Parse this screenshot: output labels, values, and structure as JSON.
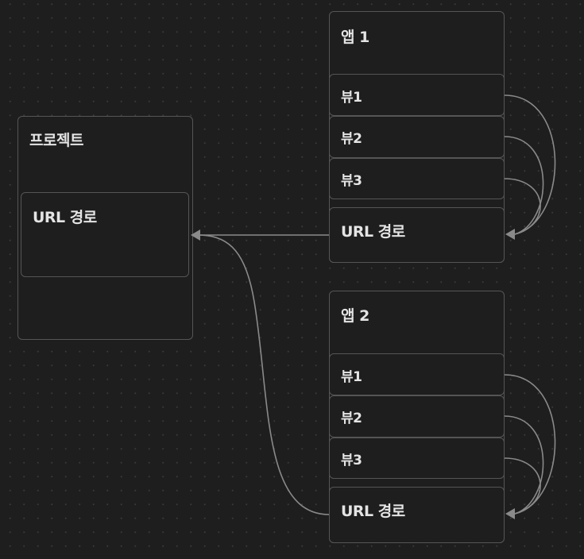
{
  "nodes": {
    "project": {
      "title": "프로젝트",
      "children": {
        "url_path": {
          "title": "URL 경로"
        }
      }
    },
    "app1": {
      "title": "앱 1",
      "children": {
        "view1": {
          "title": "뷰1"
        },
        "view2": {
          "title": "뷰2"
        },
        "view3": {
          "title": "뷰3"
        },
        "url_path": {
          "title": "URL 경로"
        }
      }
    },
    "app2": {
      "title": "앱 2",
      "children": {
        "view1": {
          "title": "뷰1"
        },
        "view2": {
          "title": "뷰2"
        },
        "view3": {
          "title": "뷰3"
        },
        "url_path": {
          "title": "URL 경로"
        }
      }
    }
  },
  "edges": [
    {
      "from": "app1.view1",
      "to": "app1.url_path"
    },
    {
      "from": "app1.view2",
      "to": "app1.url_path"
    },
    {
      "from": "app1.view3",
      "to": "app1.url_path"
    },
    {
      "from": "app2.view1",
      "to": "app2.url_path"
    },
    {
      "from": "app2.view2",
      "to": "app2.url_path"
    },
    {
      "from": "app2.view3",
      "to": "app2.url_path"
    },
    {
      "from": "app1.url_path",
      "to": "project.url_path"
    },
    {
      "from": "app2.url_path",
      "to": "project.url_path"
    }
  ],
  "colors": {
    "background": "#1e1e1e",
    "node_border": "#555555",
    "edge": "#8a8a8a",
    "text": "#e4e4e4"
  }
}
